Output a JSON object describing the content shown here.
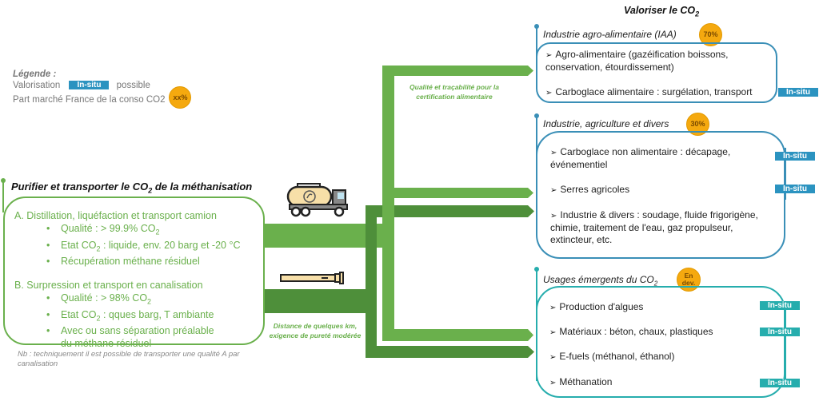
{
  "legend": {
    "title": "Légende :",
    "valorisation_prefix": "Valorisation",
    "valorisation_badge": "In-situ",
    "valorisation_suffix": "possible",
    "market_share_label": "Part marché France de la conso CO2",
    "market_share_badge": "xx%"
  },
  "left": {
    "title_pre": "Purifier et transporter le CO",
    "title_sub": "2",
    "title_post": " de la méthanisation",
    "sections": [
      {
        "heading": "A.  Distillation, liquéfaction et transport camion",
        "bullets": [
          {
            "pre": "Qualité : > 99.9% CO",
            "sub": "2",
            "post": ""
          },
          {
            "pre": "Etat CO",
            "sub": "2",
            "post": " : liquide, env. 20 barg et -20 °C"
          },
          {
            "pre": "Récupération méthane résiduel",
            "sub": "",
            "post": ""
          }
        ]
      },
      {
        "heading": "B.  Surpression et transport en canalisation",
        "bullets": [
          {
            "pre": "Qualité : > 98% CO",
            "sub": "2",
            "post": ""
          },
          {
            "pre": "Etat CO",
            "sub": "2",
            "post": " : qques barg, T ambiante"
          },
          {
            "pre": "Avec ou sans séparation préalable du méthane résiduel",
            "sub": "",
            "post": ""
          }
        ]
      }
    ],
    "note": "Nb : techniquement il est possible de transporter une qualité A par canalisation"
  },
  "flows": {
    "truck_icon": "truck-icon",
    "pipe_icon": "pipeline-icon",
    "label_food": "Qualité et traçabilité pour la certification alimentaire",
    "label_pipe": "Distance de quelques km, exigence de pureté modérée",
    "colors": {
      "light": "#6ab04c",
      "dark": "#4e8f3a"
    }
  },
  "right": {
    "title_pre": "Valoriser le CO",
    "title_sub": "2",
    "groups": [
      {
        "title": "Industrie agro-alimentaire (IAA)",
        "badge": "70%",
        "items": [
          {
            "text": "Agro-alimentaire (gazéification boissons, conservation, étourdissement)",
            "insitu": ""
          },
          {
            "text": "Carboglace alimentaire : surgélation, transport",
            "insitu": "In-situ"
          }
        ]
      },
      {
        "title": "Industrie, agriculture et divers",
        "badge": "30%",
        "items": [
          {
            "text": "Carboglace non alimentaire : décapage, événementiel",
            "insitu": "In-situ"
          },
          {
            "text": "Serres agricoles",
            "insitu": "In-situ"
          },
          {
            "text": "Industrie & divers : soudage, fluide frigorigène, chimie, traitement de l'eau, gaz propulseur, extincteur, etc.",
            "insitu": ""
          }
        ]
      },
      {
        "title_pre": "Usages émergents du CO",
        "title_sub": "2",
        "badge": "En dev.",
        "items": [
          {
            "text": "Production d'algues",
            "insitu": "In-situ"
          },
          {
            "text": "Matériaux : béton, chaux, plastiques",
            "insitu": "In-situ"
          },
          {
            "text": "E-fuels (méthanol, éthanol)",
            "insitu": ""
          },
          {
            "text": "Méthanation",
            "insitu": "In-situ"
          }
        ]
      }
    ],
    "colors": {
      "blue": "#3a8fb7",
      "teal": "#26adad",
      "badge": "#f5a90f"
    }
  }
}
